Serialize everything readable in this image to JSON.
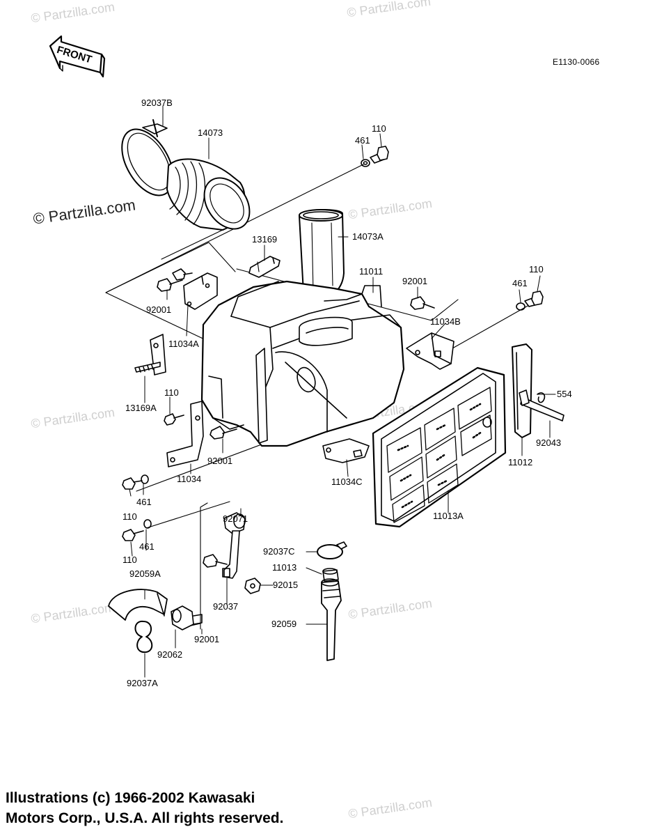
{
  "watermarks": {
    "small": "© Partzilla.com",
    "big": "© Partzilla.com"
  },
  "diagram_code": "E1130-0066",
  "front_label": "FRONT",
  "copyright": {
    "line1": "Illustrations (c) 1966-2002 Kawasaki",
    "line2": "Motors Corp., U.S.A.  All rights reserved."
  },
  "part_labels": {
    "p92037B": "92037B",
    "p14073": "14073",
    "p461a": "461",
    "p110a": "110",
    "p14073A": "14073A",
    "p13169": "13169",
    "p11011": "11011",
    "p92001a": "92001",
    "p110b": "110",
    "p461b": "461",
    "p92001b": "92001",
    "p11034B": "11034B",
    "p11034A": "11034A",
    "p13169A": "13169A",
    "p110c": "110",
    "p554": "554",
    "p92043": "92043",
    "p11012": "11012",
    "p92001c": "92001",
    "p11034": "11034",
    "p11034C": "11034C",
    "p461c": "461",
    "p110d": "110",
    "p11013A": "11013A",
    "p92071": "92071",
    "p461d": "461",
    "p110e": "110",
    "p92037C": "92037C",
    "p11013": "11013",
    "p92059A": "92059A",
    "p92015": "92015",
    "p92037": "92037",
    "p92059": "92059",
    "p92062": "92062",
    "p92001d": "92001",
    "p92037A": "92037A"
  }
}
